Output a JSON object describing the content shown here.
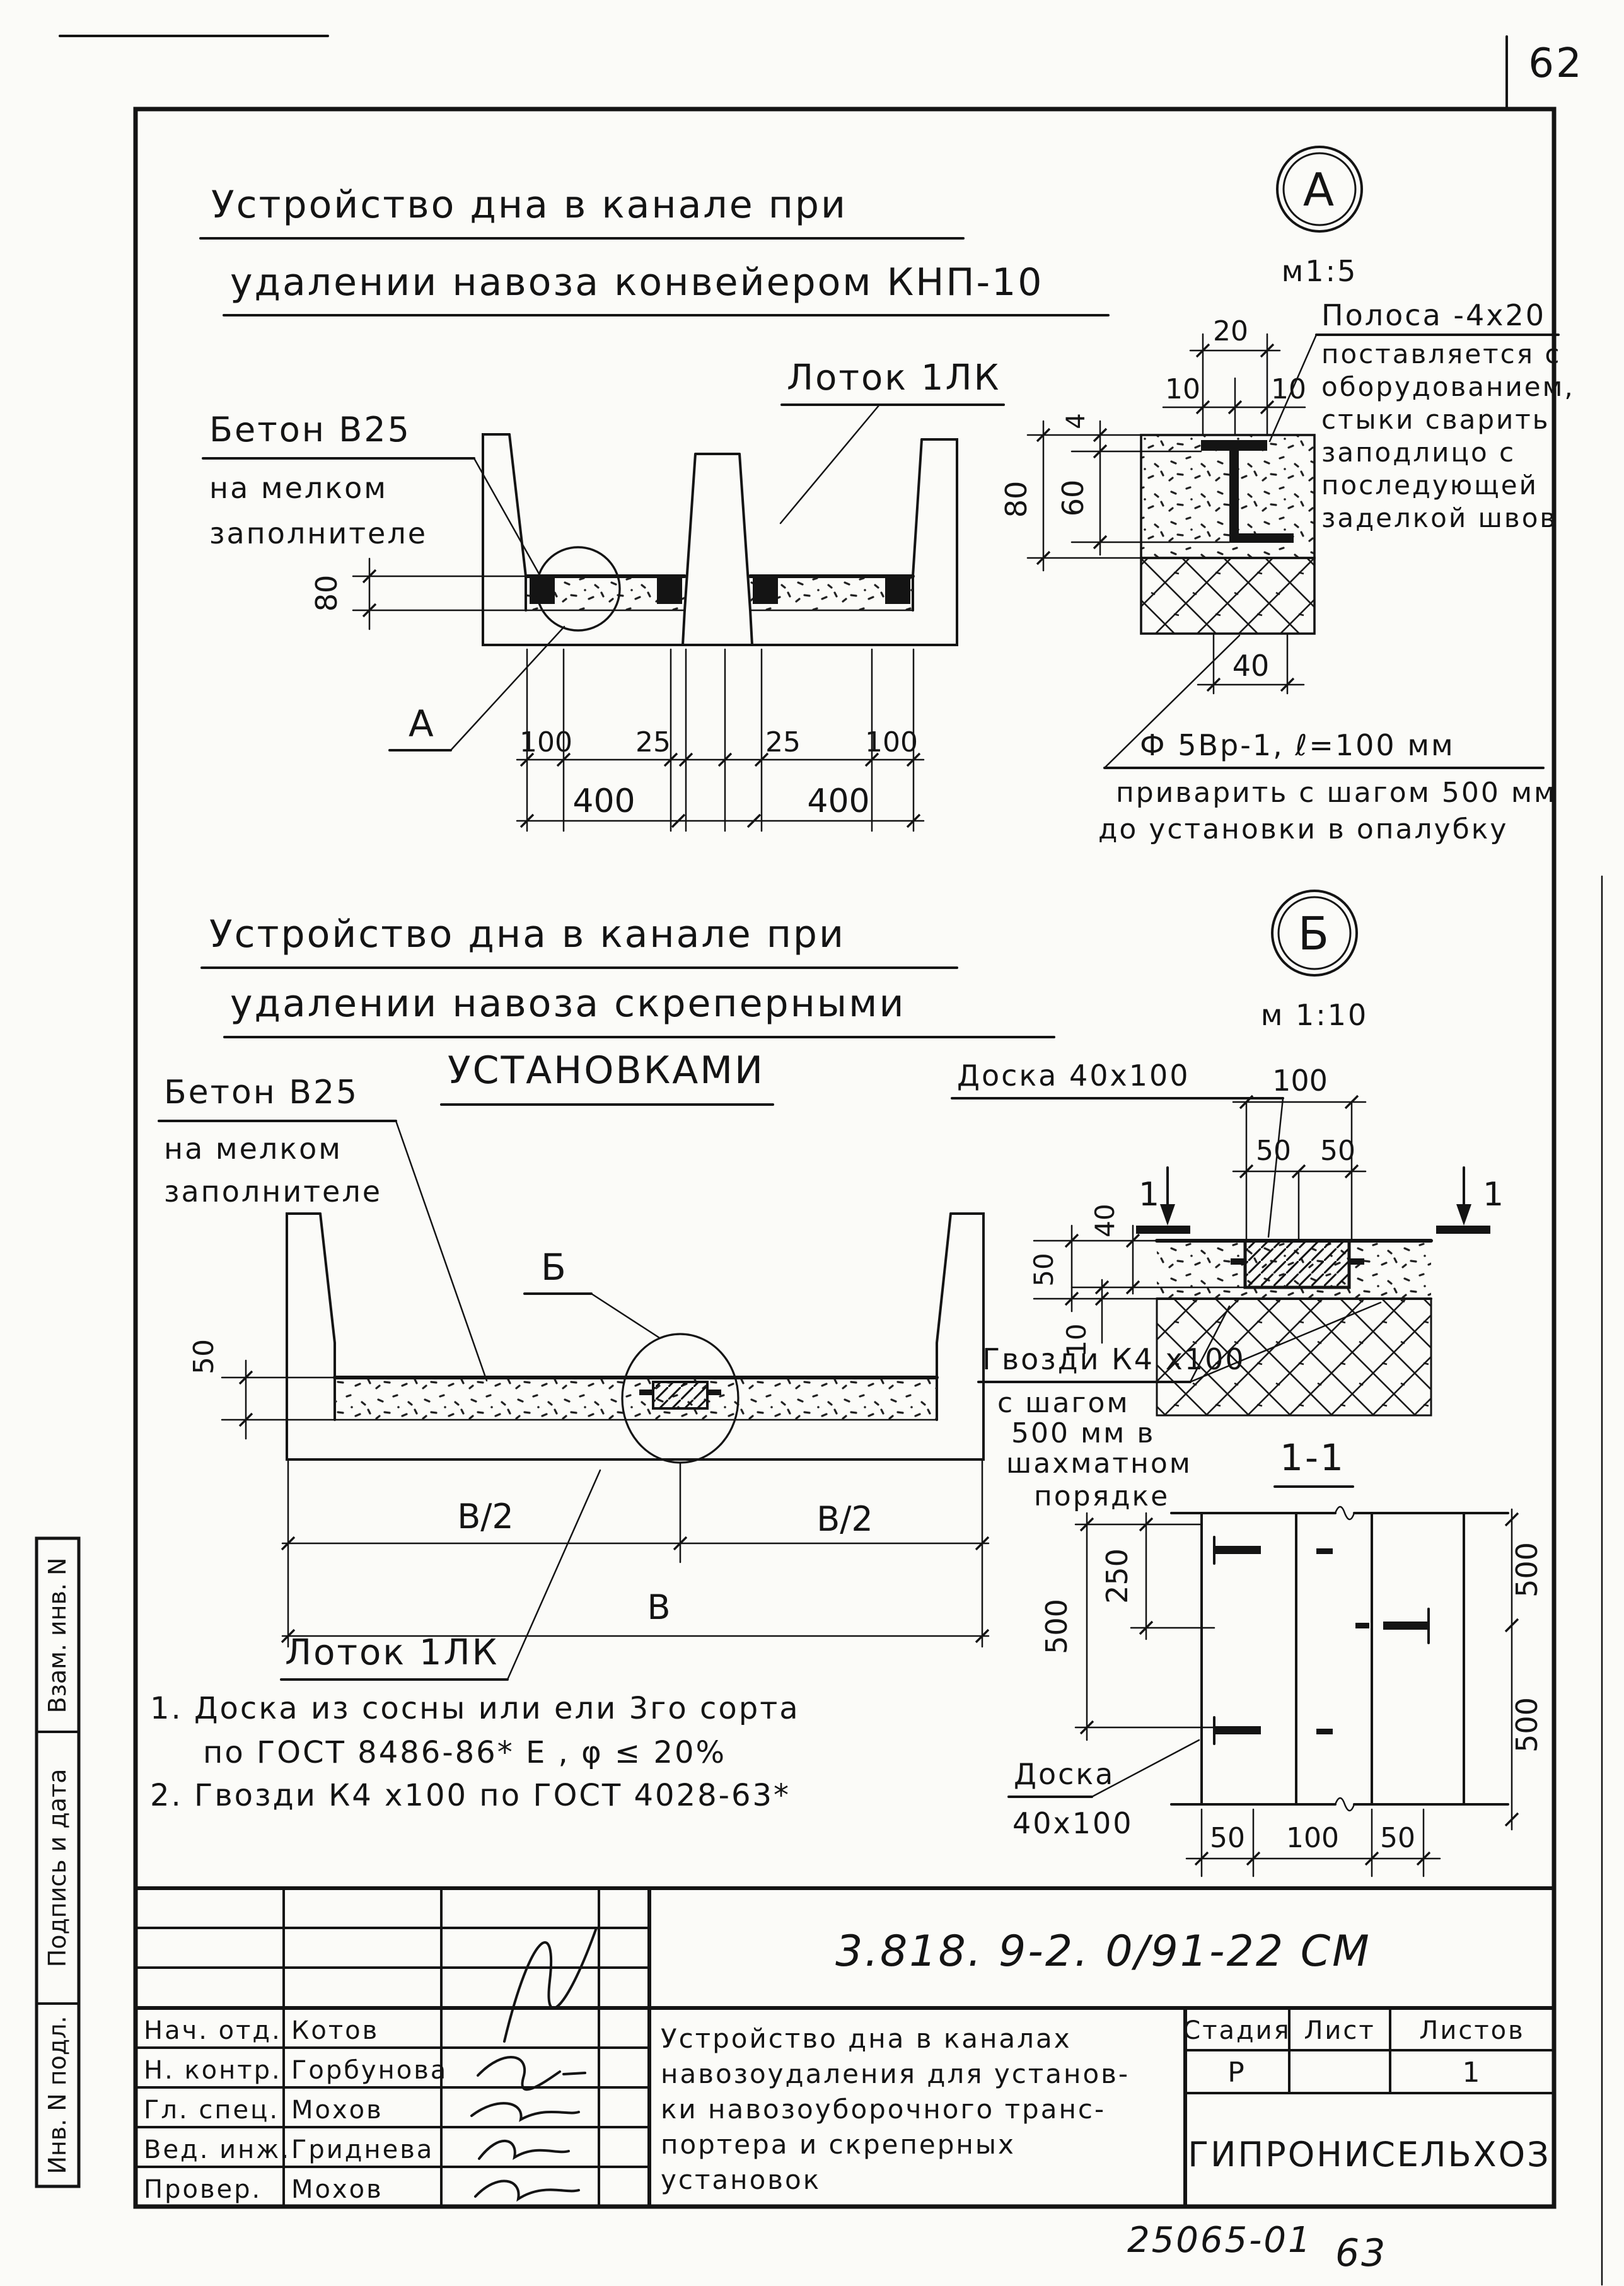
{
  "page": {
    "number": "62",
    "footer_code": "25065-01",
    "footer_page": "63"
  },
  "section1": {
    "title1": "Устройство  дна  в канале  при",
    "title2": "удалении   навоза  конвейером  КНП-10",
    "label_lotok": "Лоток 1ЛК",
    "label_beton1": "Бетон В25",
    "label_beton2": "на мелком",
    "label_beton3": "заполнителе",
    "detail_mark": "А",
    "dims": {
      "h": "80",
      "row1": [
        "100",
        "25",
        "25",
        "100"
      ],
      "row2": [
        "400",
        "400"
      ]
    }
  },
  "detail_a": {
    "mark": "А",
    "scale": "м1:5",
    "dim_top": "20",
    "dims_top2": [
      "10",
      "10"
    ],
    "dims_left": [
      "4",
      "60",
      "80"
    ],
    "dim_bottom": "40",
    "polosa": [
      "Полоса -4х20",
      "поставляется с",
      "оборудованием,",
      "стыки сварить",
      "заподлицо с",
      "последующей",
      "заделкой швов"
    ],
    "f5": [
      "Ф 5Вр-1, ℓ=100 мм",
      "приварить с шагом 500 мм",
      "до установки  в опалубку"
    ]
  },
  "section2": {
    "title1": "Устройство  дна  в канале  при",
    "title2": "удалении  навоза   скреперными",
    "title3": "установками",
    "label_beton1": "Бетон В25",
    "label_beton2": "на мелком",
    "label_beton3": "заполнителе",
    "label_lotok": "Лоток 1ЛК",
    "detail_mark": "Б",
    "dims": {
      "h": "50",
      "b2a": "В/2",
      "b2b": "В/2",
      "b": "В"
    }
  },
  "detail_b": {
    "mark": "Б",
    "scale": "м 1:10",
    "label_doska": "Доска 40х100",
    "dim_100": "100",
    "dims_5050": [
      "50",
      "50"
    ],
    "dims_left": [
      "40",
      "50",
      "10"
    ],
    "sec_mark_l": "1",
    "sec_mark_r": "1",
    "gvozdi": [
      "Гвозди К4  х100",
      "с шагом",
      "500 мм  в",
      "шахматном",
      "порядке"
    ]
  },
  "section_1_1": {
    "title": "1-1",
    "dim_250": "250",
    "dim_500_l": "500",
    "dim_500_r1": "500",
    "dim_500_r2": "500",
    "dims_bottom": [
      "50",
      "100",
      "50"
    ],
    "label_doska1": "Доска",
    "label_doska2": "40х100"
  },
  "notes": {
    "n1": "1.  Доска   из  сосны   или  ели  3го сорта",
    "n2": "по ГОСТ  8486-86* Е , φ ≤ 20%",
    "n3": "2.  Гвозди  К4  х100  по  ГОСТ  4028-63*"
  },
  "stamps": [
    "Взам. инв. N",
    "Подпись и дата",
    "Инв. N подл."
  ],
  "titleblock": {
    "code": "3.818. 9-2. 0/91-22 СМ",
    "rows": [
      {
        "role": "Нач. отд.",
        "name": "Котов"
      },
      {
        "role": "Н. контр.",
        "name": "Горбунова"
      },
      {
        "role": "Гл. спец.",
        "name": "Мохов"
      },
      {
        "role": "Вед. инж.",
        "name": "Гриднева"
      },
      {
        "role": "Провер.",
        "name": "Мохов"
      }
    ],
    "desc": [
      "Устройство дна в каналах",
      "навозоудаления для установ-",
      "ки навозоуборочного транс-",
      "портера  и скреперных",
      "установок"
    ],
    "stadia_h": "Стадия",
    "list_h": "Лист",
    "listov_h": "Листов",
    "stadia_v": "Р",
    "listov_v": "1",
    "org": "ГИПРОНИСЕЛЬХОЗ"
  }
}
